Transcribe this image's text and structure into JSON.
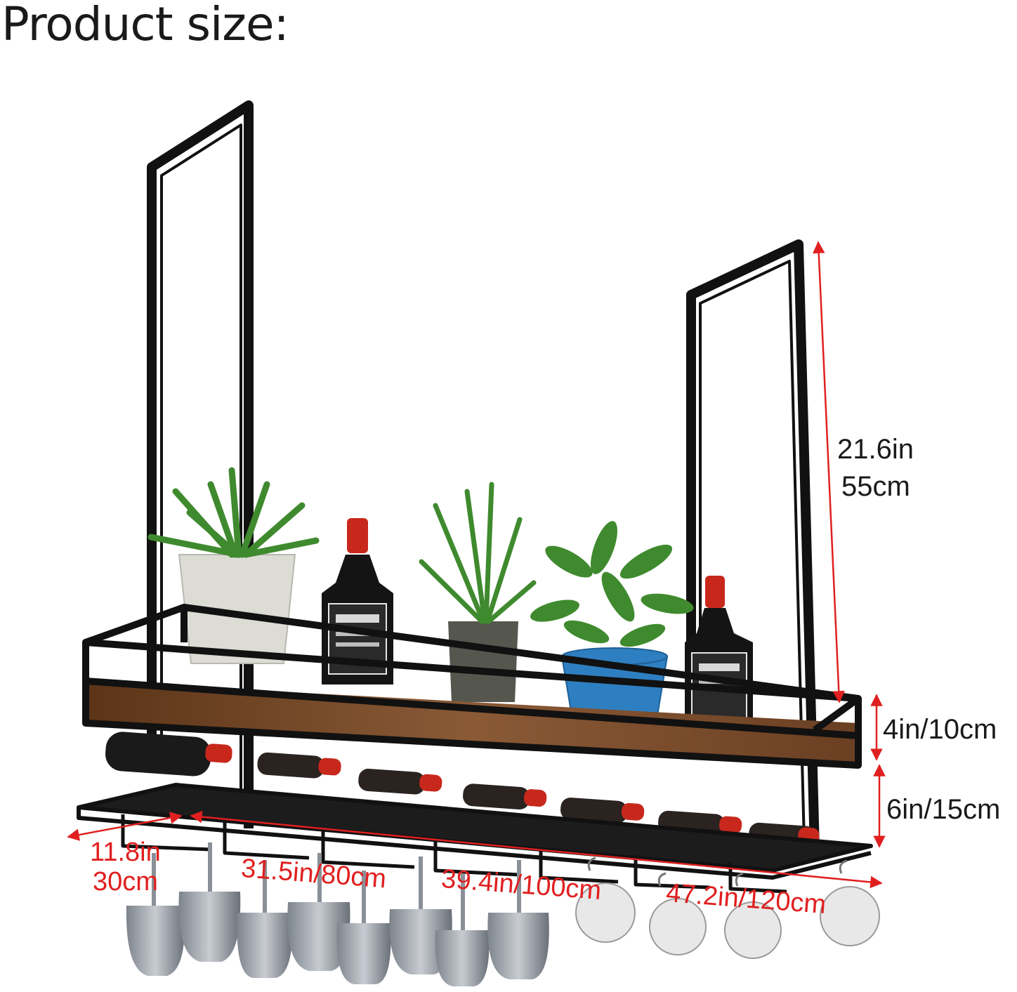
{
  "title": "Product size:",
  "dimensions": {
    "height": {
      "in": "21.6in",
      "cm": "55cm"
    },
    "shelf_depth": "4in/10cm",
    "shelf_gap": "6in/15cm",
    "width_30": {
      "in": "11.8in",
      "cm": "30cm"
    },
    "width_80": "31.5in/80cm",
    "width_100": "39.4in/100cm",
    "width_120": "47.2in/120cm"
  },
  "colors": {
    "frame": "#111111",
    "dimension_line": "#e02020",
    "shelf_wood": "#7b4a28",
    "bottle_cap": "#c8281c",
    "plant_green": "#3f8a2e",
    "pot_white": "#dcdcd4",
    "pot_grey": "#55574f",
    "pot_blue": "#2e7fc1"
  }
}
